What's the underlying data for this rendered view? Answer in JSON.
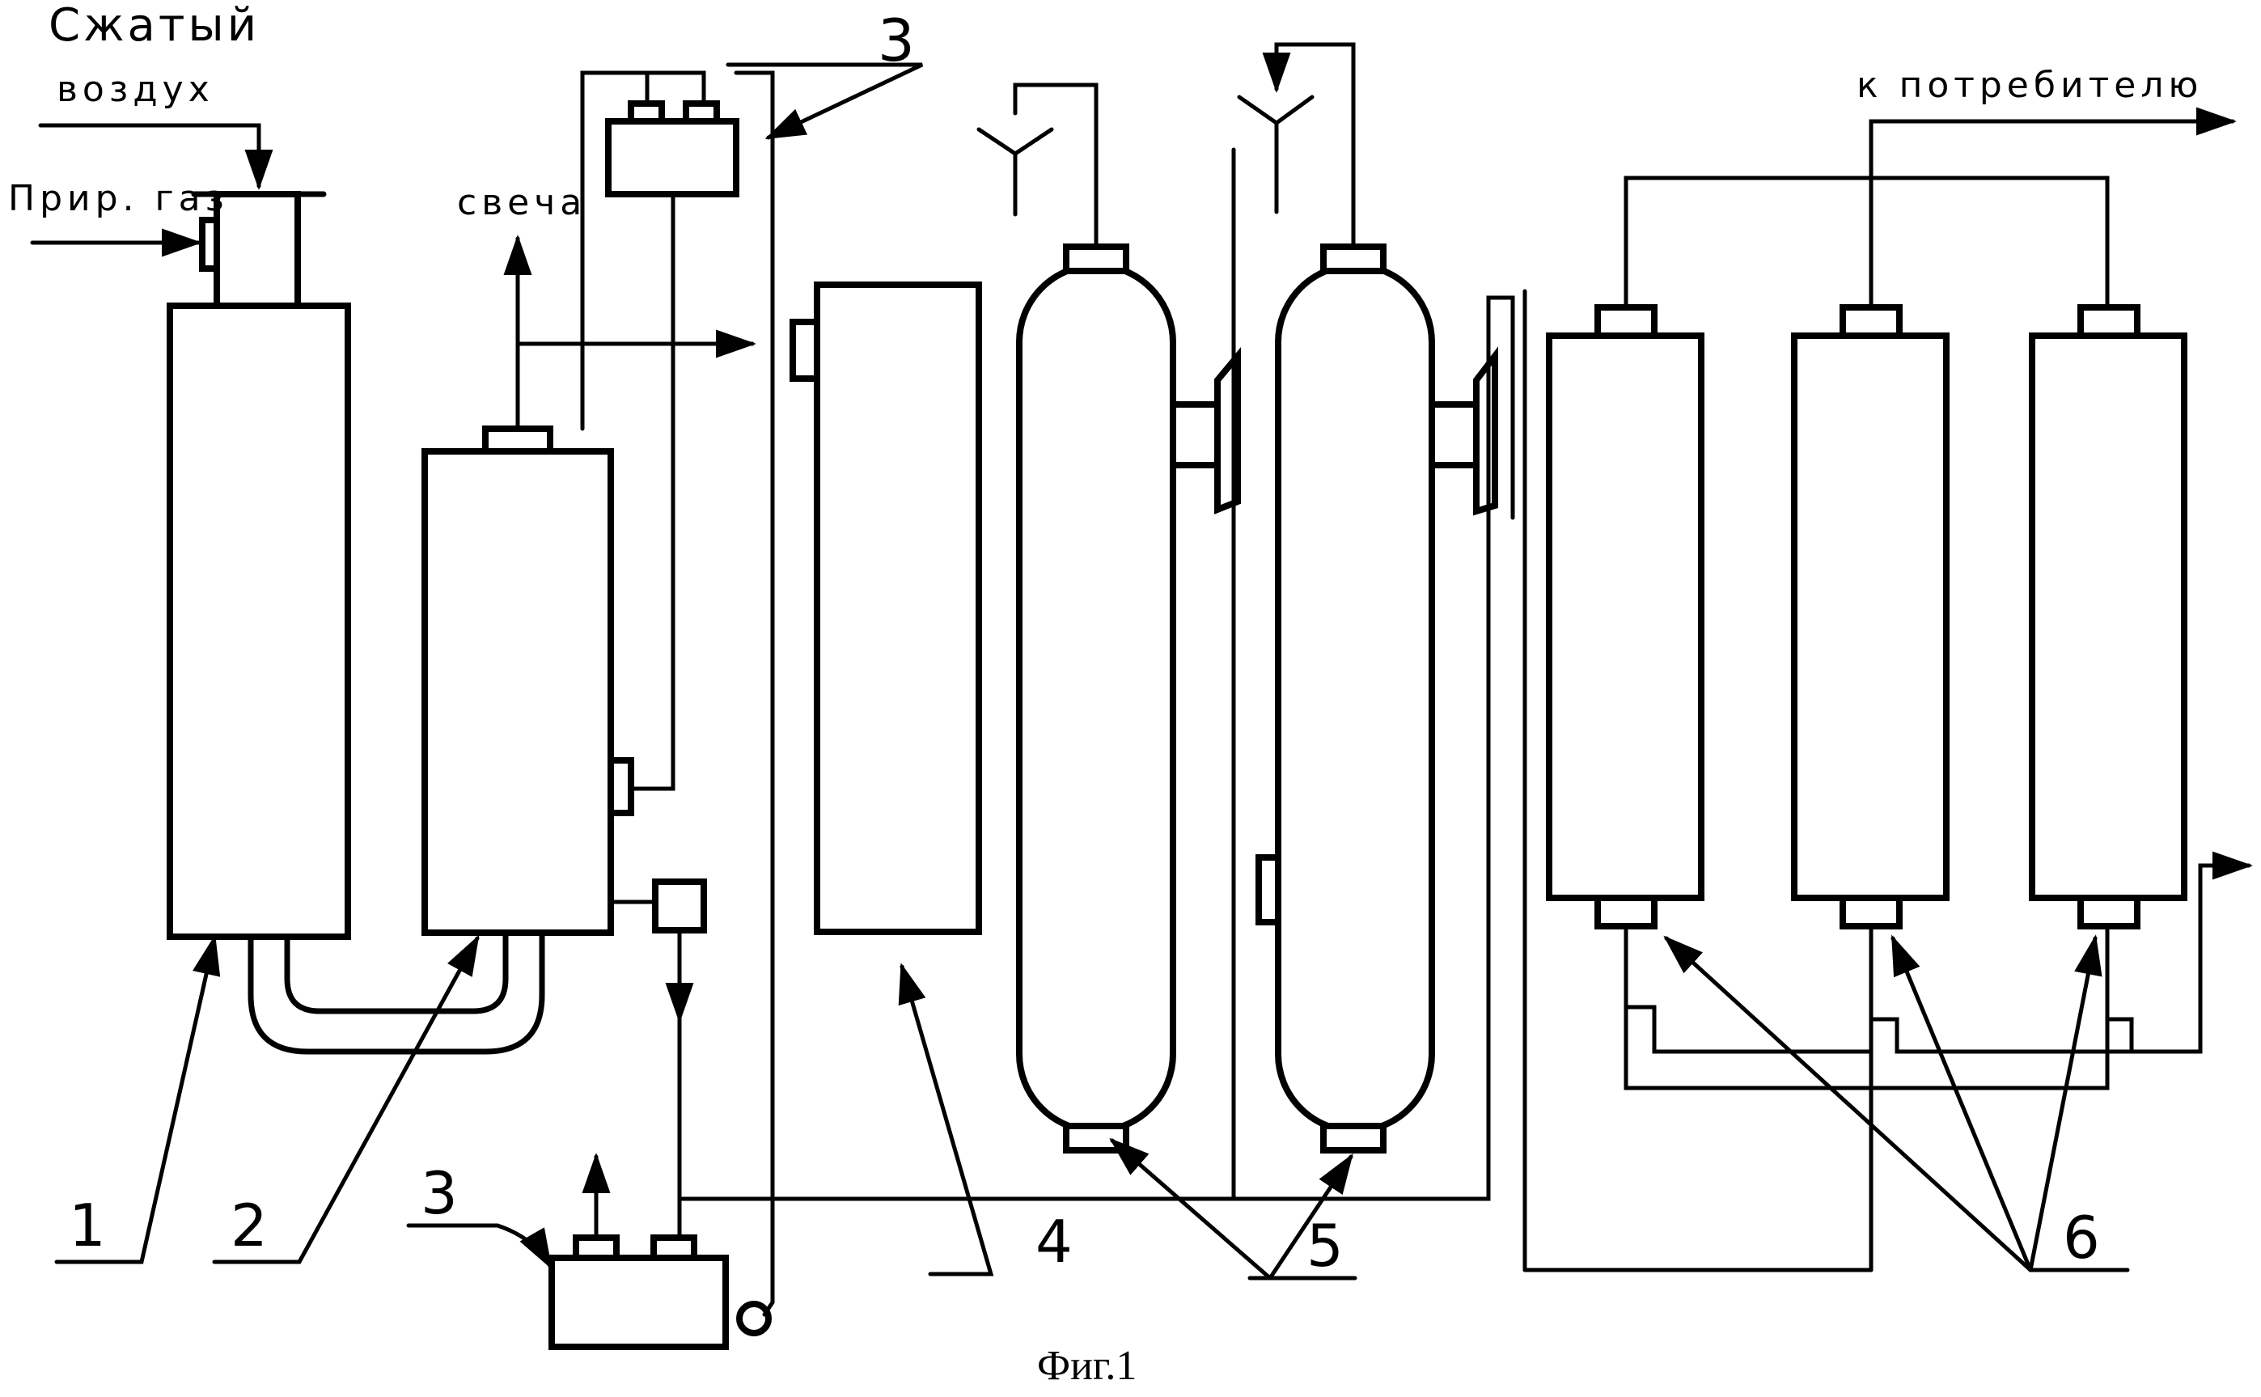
{
  "labels": {
    "compressed_air": "Сжатый",
    "compressed_air_2": "воздух",
    "natural_gas": "Прир. газ",
    "candle": "свеча",
    "to_consumer": "к потребителю"
  },
  "numbers": {
    "n1": "1",
    "n2": "2",
    "n3_top": "3",
    "n3_bottom": "3",
    "n4": "4",
    "n5": "5",
    "n6": "6"
  },
  "caption": "Фиг.1"
}
